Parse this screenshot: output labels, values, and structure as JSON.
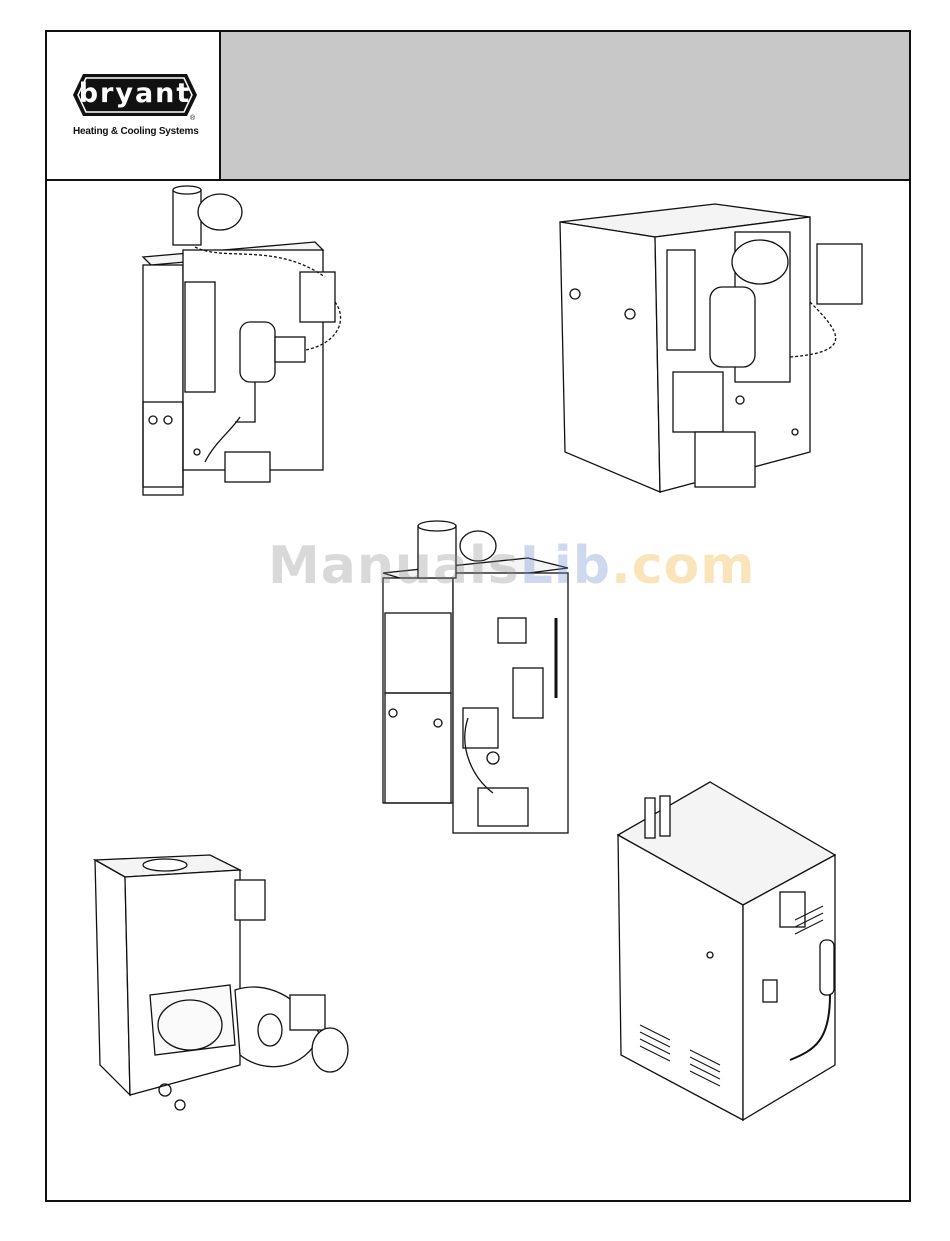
{
  "header": {
    "brand_name": "bryant",
    "registered_mark": "®",
    "tagline": "Heating & Cooling Systems"
  },
  "watermark": {
    "part_a": "Manuals",
    "part_b": "Lib",
    "part_c": ".com"
  },
  "colors": {
    "title_band": "#c8c8c8",
    "border": "#111111",
    "logo_badge": "#111111"
  },
  "illustrations": [
    "boiler-unit-top-left",
    "boiler-unit-top-right",
    "boiler-unit-center",
    "boiler-unit-open-burner",
    "boiler-unit-cabinet"
  ]
}
